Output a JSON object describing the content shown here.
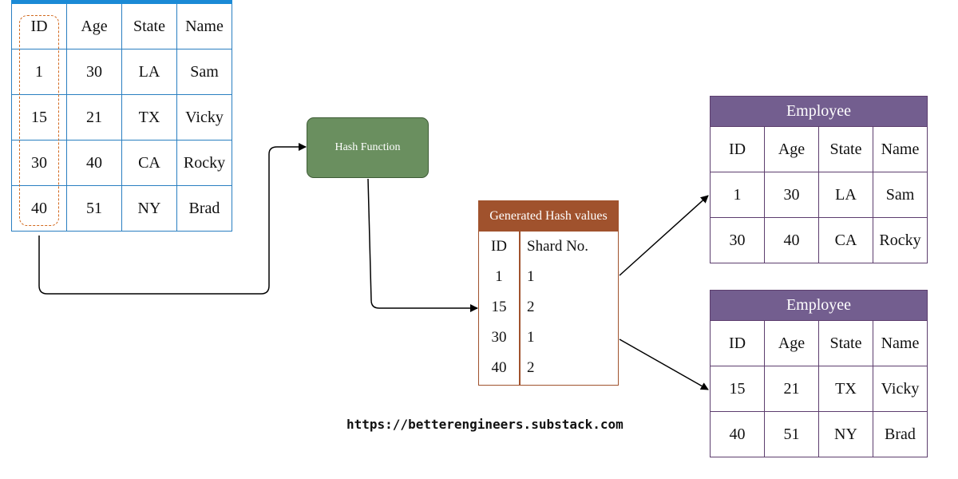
{
  "source_table": {
    "headers": [
      "ID",
      "Age",
      "State",
      "Name"
    ],
    "rows": [
      [
        "1",
        "30",
        "LA",
        "Sam"
      ],
      [
        "15",
        "21",
        "TX",
        "Vicky"
      ],
      [
        "30",
        "40",
        "CA",
        "Rocky"
      ],
      [
        "40",
        "51",
        "NY",
        "Brad"
      ]
    ]
  },
  "hash_function": {
    "label": "Hash Function"
  },
  "hash_table": {
    "title": "Generated Hash values",
    "headers": [
      "ID",
      "Shard No."
    ],
    "rows": [
      [
        "1",
        "1"
      ],
      [
        "15",
        "2"
      ],
      [
        "30",
        "1"
      ],
      [
        "40",
        "2"
      ]
    ]
  },
  "shard_tables": [
    {
      "title": "Employee",
      "headers": [
        "ID",
        "Age",
        "State",
        "Name"
      ],
      "rows": [
        [
          "1",
          "30",
          "LA",
          "Sam"
        ],
        [
          "30",
          "40",
          "CA",
          "Rocky"
        ]
      ]
    },
    {
      "title": "Employee",
      "headers": [
        "ID",
        "Age",
        "State",
        "Name"
      ],
      "rows": [
        [
          "15",
          "21",
          "TX",
          "Vicky"
        ],
        [
          "40",
          "51",
          "NY",
          "Brad"
        ]
      ]
    }
  ],
  "footer": {
    "url": "https://betterengineers.substack.com"
  },
  "colors": {
    "source_border": "#2a7fc1",
    "id_highlight": "#d2691e",
    "hash_function_fill": "#6a8f5f",
    "hash_table_accent": "#a0522d",
    "employee_header": "#735e8f"
  }
}
